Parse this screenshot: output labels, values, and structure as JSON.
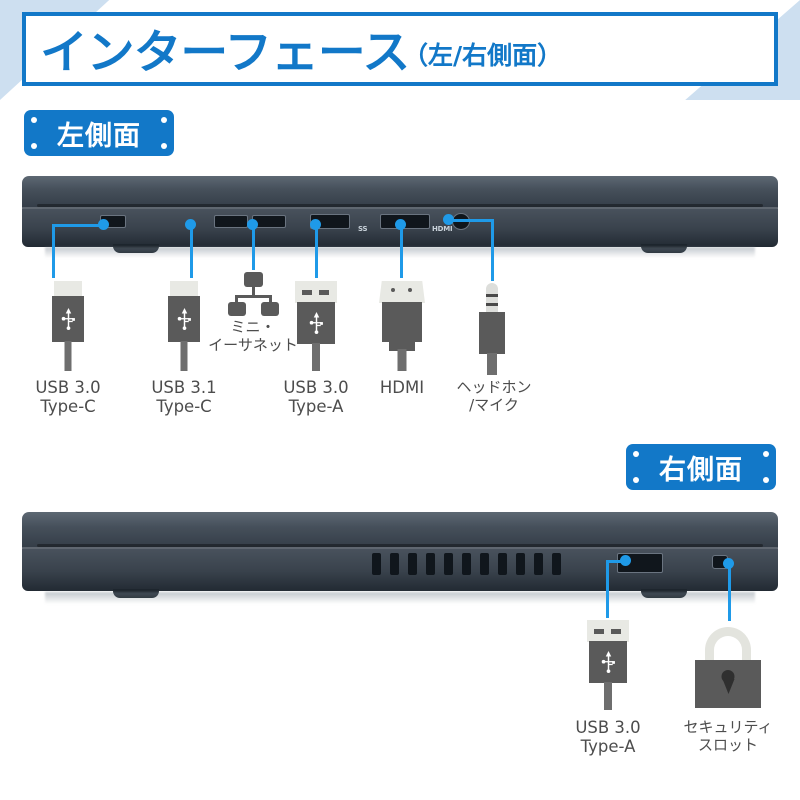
{
  "header": {
    "title_main": "インターフェース",
    "title_sub": "（左/右側面）",
    "accent_color": "#1278c8",
    "band_color": "#cddff0"
  },
  "sections": {
    "left": {
      "badge": "左側面"
    },
    "right": {
      "badge": "右側面"
    }
  },
  "left_ports": [
    {
      "label": "USB 3.0\nType-C",
      "icon": "usb-c-connector-icon"
    },
    {
      "label": "USB 3.1\nType-C",
      "icon": "usb-c-connector-icon"
    },
    {
      "label": "ミニ・\nイーサネット",
      "icon": "ethernet-icon"
    },
    {
      "label": "USB 3.0\nType-A",
      "icon": "usb-a-connector-icon"
    },
    {
      "label": "HDMI",
      "icon": "hdmi-connector-icon"
    },
    {
      "label": "ヘッドホン\n/マイク",
      "icon": "audio-jack-icon"
    }
  ],
  "right_ports": [
    {
      "label": "USB 3.0\nType-A",
      "icon": "usb-a-connector-icon"
    },
    {
      "label": "セキュリティ\nスロット",
      "icon": "padlock-icon"
    }
  ],
  "port_markings": {
    "superspeed": "SS",
    "hdmi": "HDMI"
  },
  "colors": {
    "leader": "#1f9ae8",
    "connector_body": "#5a5a5a",
    "connector_tip": "#e8e9e4",
    "label_text": "#4d4d4d"
  }
}
